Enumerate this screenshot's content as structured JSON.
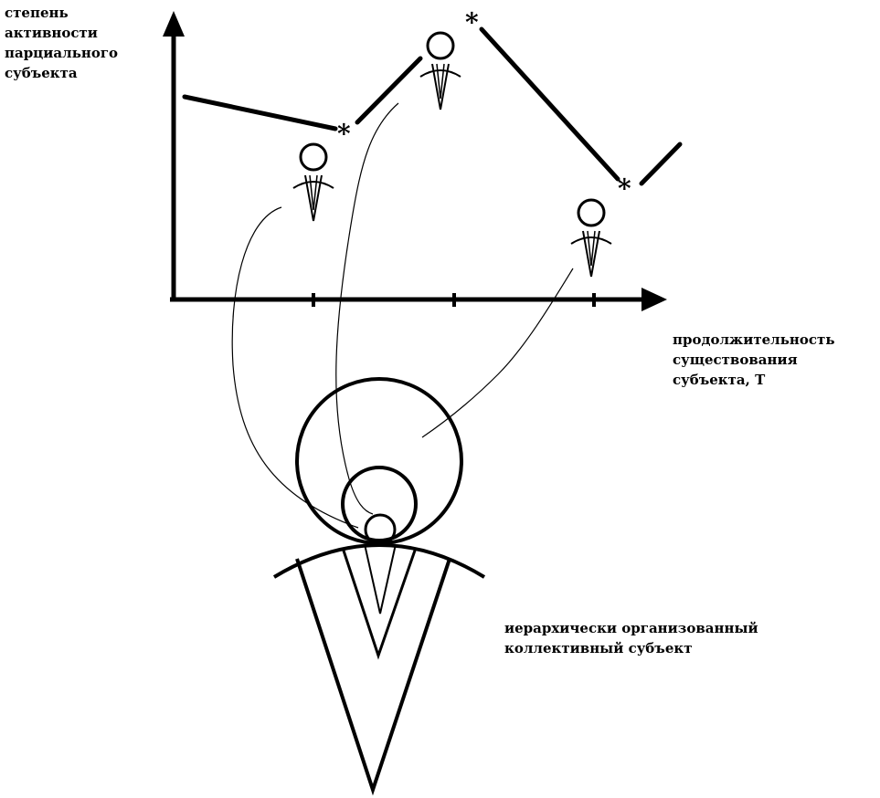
{
  "labels": {
    "y_axis_lines": [
      "степень",
      "активности",
      "парциального",
      "субъекта"
    ],
    "x_axis_lines": [
      "продолжительность",
      "существования",
      "субъекта, T"
    ],
    "collective_lines": [
      "иерархически организованный",
      "коллективный субъект"
    ]
  },
  "markers": {
    "transition_symbol": "*"
  },
  "colors": {
    "ink": "#000000",
    "background": "#ffffff"
  }
}
